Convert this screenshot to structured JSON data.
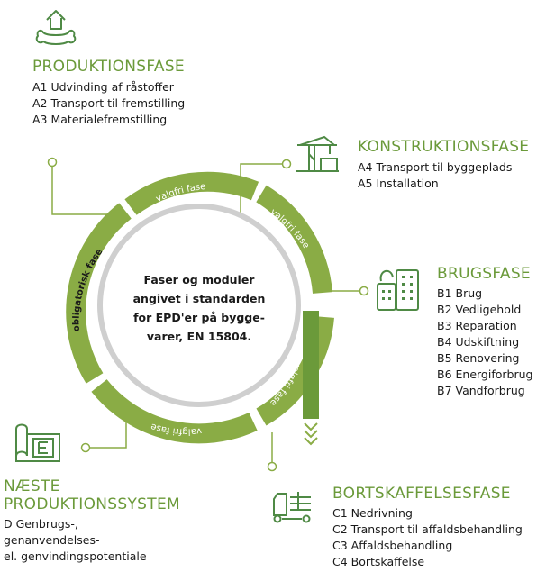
{
  "center": {
    "lines": [
      "Faser og moduler",
      "angivet i standarden",
      "for EPD'er på bygge-",
      "varer, EN 15804."
    ]
  },
  "ring_labels": {
    "mandatory": "obligatorisk fase",
    "optional_top": "valgfri fase",
    "optional_right": "valgfri fase",
    "optional_lower_right": "valgfri fase",
    "optional_bottom": "valgfri fase"
  },
  "phases": {
    "produktion": {
      "icon": "home-gear-icon",
      "title": "PRODUKTIONSFASE",
      "items": [
        "A1 Udvinding af råstoffer",
        "A2 Transport til fremstilling",
        "A3 Materialefremstilling"
      ]
    },
    "konstruktion": {
      "icon": "crane-icon",
      "title": "KONSTRUKTIONSFASE",
      "items": [
        "A4 Transport til byggeplads",
        "A5 Installation"
      ]
    },
    "brug": {
      "icon": "buildings-icon",
      "title": "BRUGSFASE",
      "items": [
        "B1 Brug",
        "B2 Vedligehold",
        "B3 Reparation",
        "B4 Udskiftning",
        "B5 Renovering",
        "B6 Energiforbrug",
        "B7 Vandforbrug"
      ]
    },
    "bortskaffelse": {
      "icon": "truck-icon",
      "title": "BORTSKAFFELSESFASE",
      "items": [
        "C1 Nedrivning",
        "C2 Transport til affaldsbehandling",
        "C3 Affaldsbehandling",
        "C4 Bortskaffelse"
      ]
    },
    "naeste": {
      "icon": "blueprint-icon",
      "title_lines": [
        "NÆSTE",
        "PRODUKTIONSSYSTEM"
      ],
      "items": [
        "D Genbrugs-,",
        "genanvendelses-",
        "el. genvindingspotentiale"
      ]
    }
  },
  "colors": {
    "green": "#8aac45",
    "green_dark": "#6b9a3a",
    "grey": "#cfcfcf",
    "icon": "#4f8a45"
  }
}
